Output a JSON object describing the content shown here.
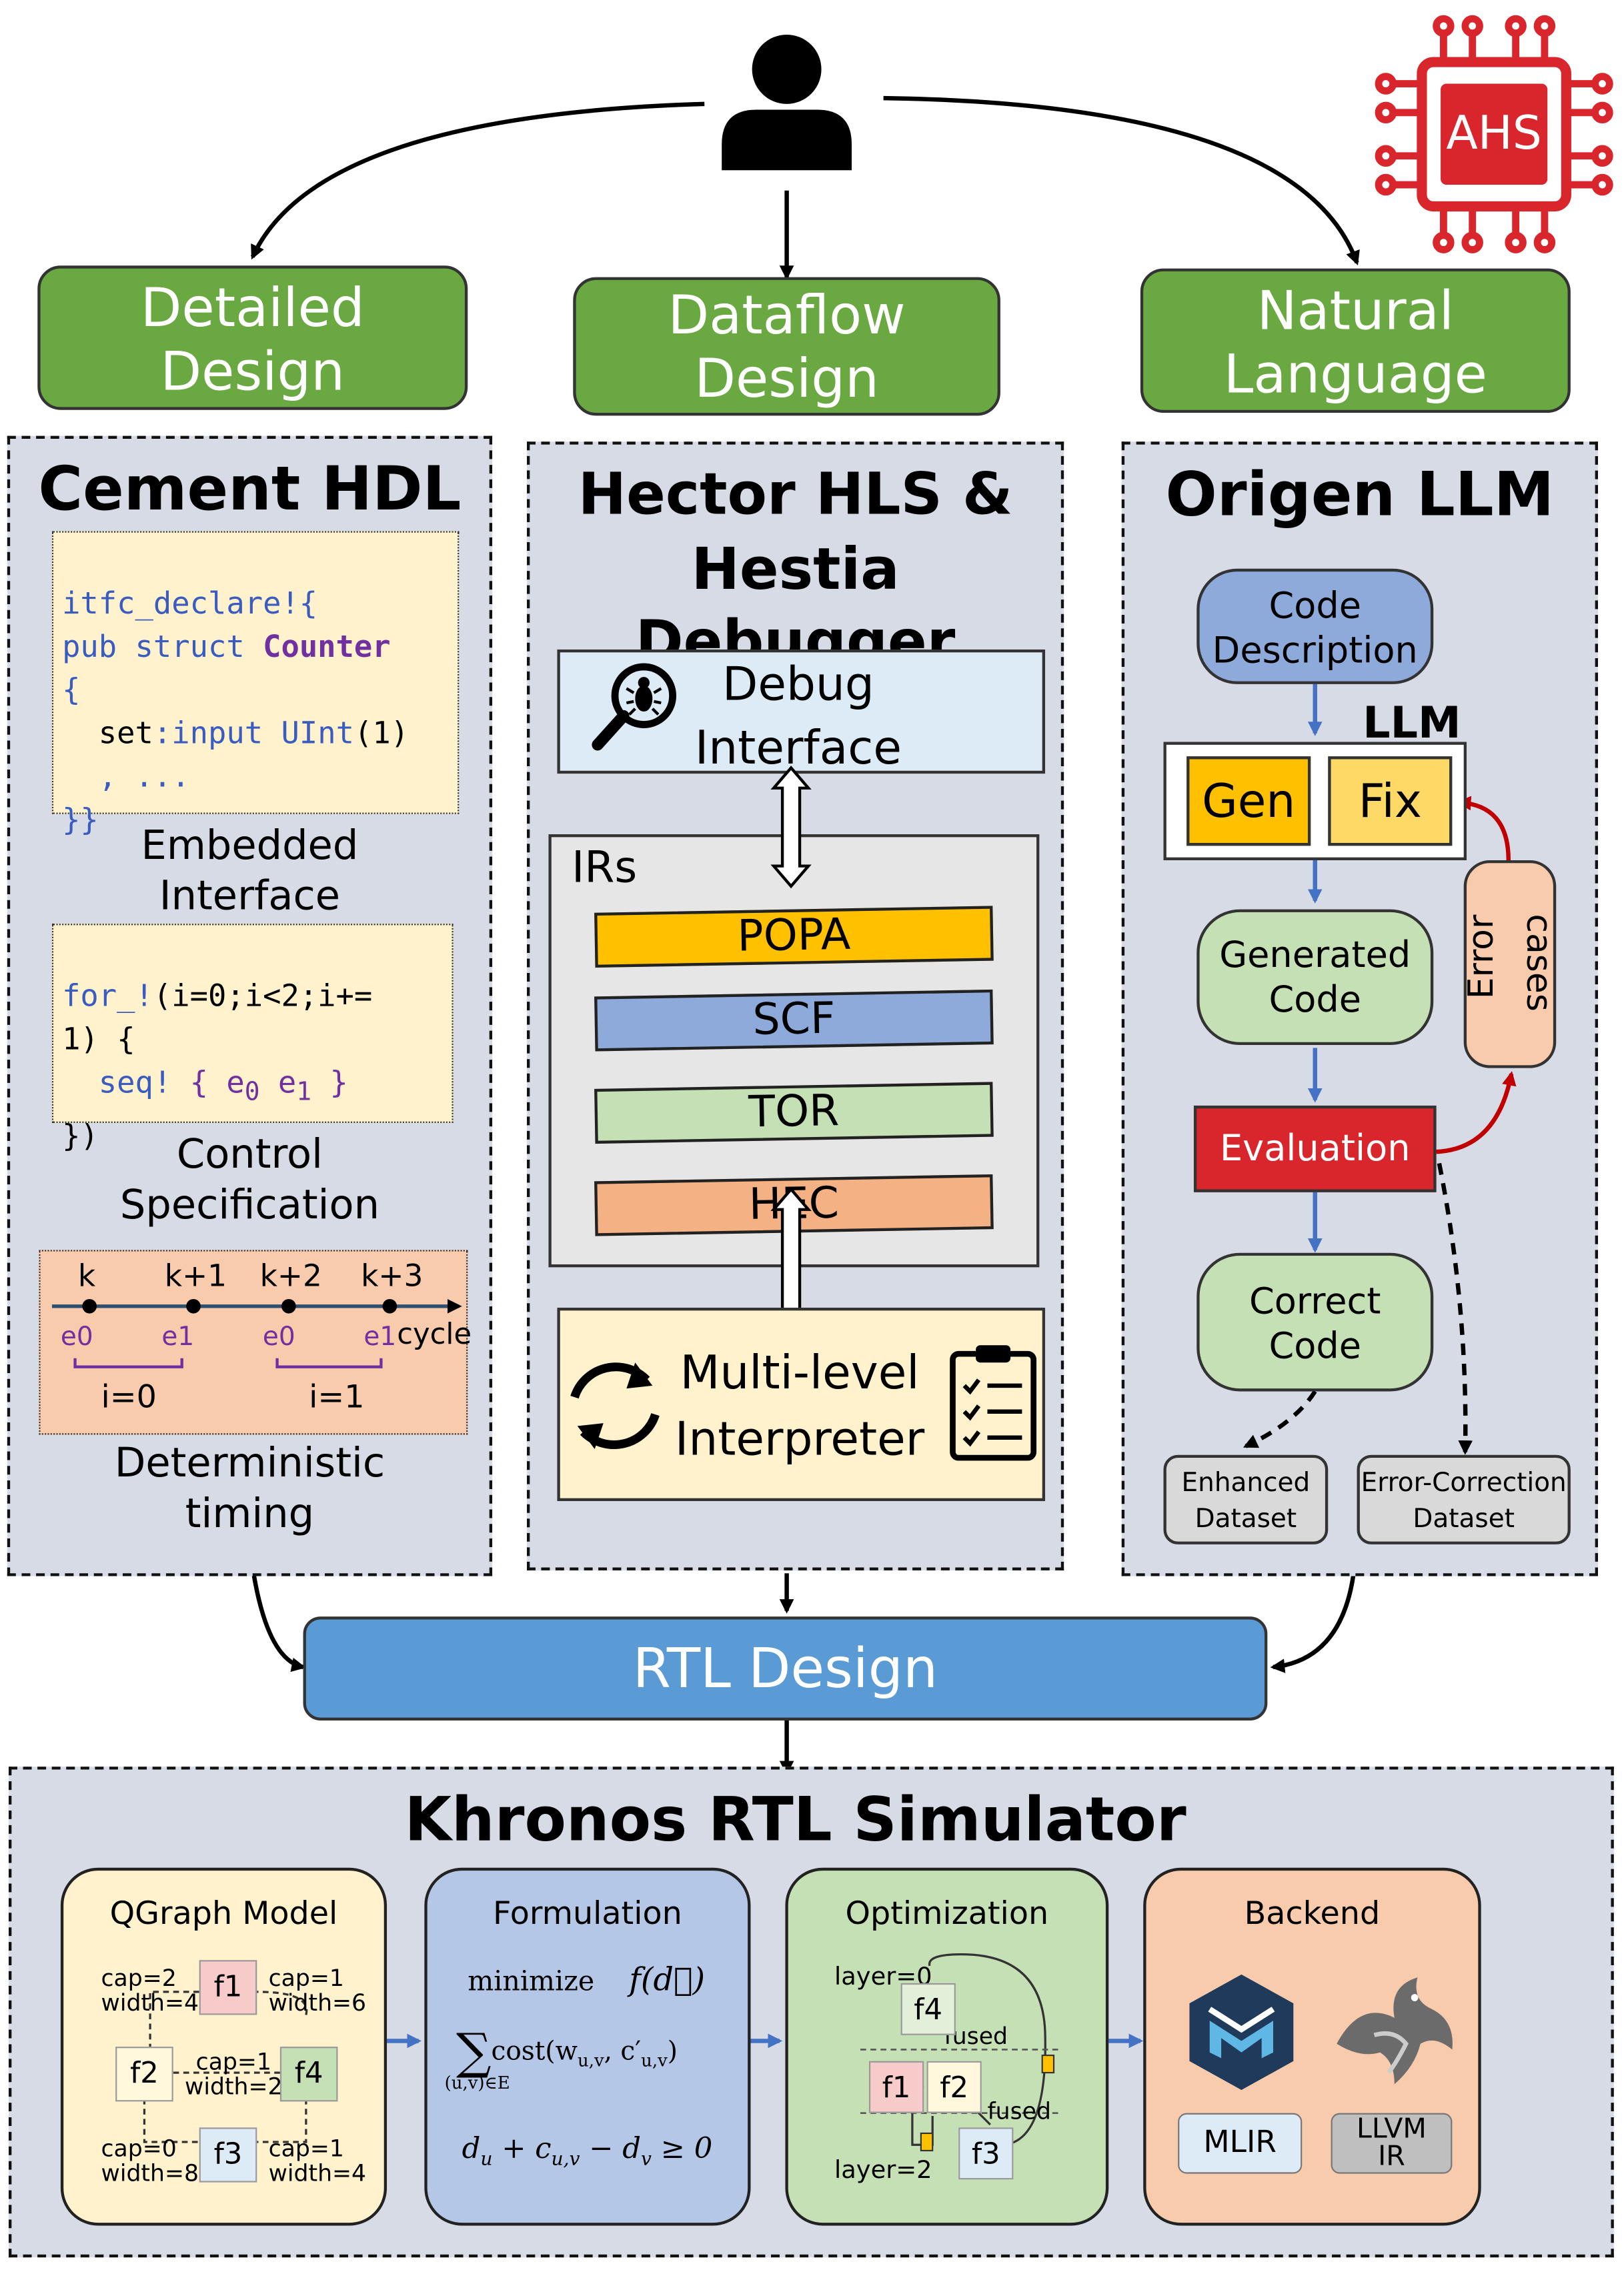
{
  "logo": {
    "text": "AHS",
    "color": "#d9262c"
  },
  "user_icon": "user-icon",
  "inputs": [
    {
      "line1": "Detailed",
      "line2": "Design"
    },
    {
      "line1": "Dataflow",
      "line2": "Design"
    },
    {
      "line1": "Natural",
      "line2": "Language"
    }
  ],
  "cement": {
    "title": "Cement HDL",
    "code1": {
      "l1": "itfc_declare!{",
      "l2a": "pub struct ",
      "l2b": "Counter",
      "l3": "{",
      "l4a": "  set",
      "l4b": ":",
      "l4c": "input",
      "l4d": " UInt",
      "l4e": "(1)",
      "l5": "  , ...",
      "l6": "}}"
    },
    "caption1_l1": "Embedded",
    "caption1_l2": "Interface",
    "code2": {
      "l1a": "for_!",
      "l1b": "(i=0;i<2;i+=",
      "l2a": "1",
      "l2b": ") {",
      "l3a": "  seq!",
      "l3b": " { e",
      "l3c": "0",
      "l3d": " e",
      "l3e": "1",
      "l3f": " }",
      "l4": "})"
    },
    "caption2_l1": "Control",
    "caption2_l2": "Specification",
    "timing": {
      "ticks": [
        "k",
        "k+1",
        "k+2",
        "k+3"
      ],
      "axis_label": "cycle",
      "events": [
        "e0",
        "e1",
        "e0",
        "e1"
      ],
      "groups": [
        "i=0",
        "i=1"
      ]
    },
    "caption3_l1": "Deterministic",
    "caption3_l2": "timing"
  },
  "hector": {
    "title_l1": "Hector HLS &",
    "title_l2": "Hestia Debugger",
    "debug_l1": "Debug",
    "debug_l2": "Interface",
    "irs_label": "IRs",
    "irs": [
      {
        "name": "POPA",
        "color": "#ffc000"
      },
      {
        "name": "SCF",
        "color": "#8eaadb"
      },
      {
        "name": "TOR",
        "color": "#c5e0b4"
      },
      {
        "name": "HEC",
        "color": "#f4b183"
      }
    ],
    "interp_l1": "Multi-level",
    "interp_l2": "Interpreter",
    "bug_icon": "bug-search-icon",
    "cycle_icon": "refresh-cycle-icon",
    "clipboard_icon": "clipboard-checklist-icon"
  },
  "origen": {
    "title": "Origen LLM",
    "code_desc_l1": "Code",
    "code_desc_l2": "Description",
    "llm_label": "LLM",
    "gen": "Gen",
    "fix": "Fix",
    "generated_l1": "Generated",
    "generated_l2": "Code",
    "error_l1": "Error",
    "error_l2": "cases",
    "evaluation": "Evaluation",
    "correct_l1": "Correct",
    "correct_l2": "Code",
    "enhanced_l1": "Enhanced",
    "enhanced_l2": "Dataset",
    "errcorr_l1": "Error-Correction",
    "errcorr_l2": "Dataset"
  },
  "rtl": "RTL Design",
  "khronos": {
    "title": "Khronos RTL Simulator",
    "qgraph": {
      "title": "QGraph Model",
      "nodes": [
        "f1",
        "f2",
        "f3",
        "f4"
      ],
      "caps": [
        {
          "cap": "cap=2",
          "width": "width=4"
        },
        {
          "cap": "cap=1",
          "width": "width=6"
        },
        {
          "cap": "cap=1",
          "width": "width=2"
        },
        {
          "cap": "cap=0",
          "width": "width=8"
        },
        {
          "cap": "cap=1",
          "width": "width=4"
        }
      ]
    },
    "formulation": {
      "title": "Formulation",
      "l1a": "minimize",
      "l1b": "f(d⃗)",
      "sum": "∑",
      "sum_sub": "(u,v)∈E",
      "l2b": "cost(w",
      "l2c": "u,v",
      "l2d": ", c′",
      "l2e": "u,v",
      "l2f": ")",
      "l3": "d",
      "l3s1": "u",
      "l3b": " + c",
      "l3s2": "u,v",
      "l3c": " − d",
      "l3s3": "v",
      "l3d": " ≥ 0"
    },
    "optimization": {
      "title": "Optimization",
      "layer0": "layer=0",
      "layer2": "layer=2",
      "fused1": "fused",
      "fused2": "fused",
      "nodes": [
        "f4",
        "f1",
        "f2",
        "f3"
      ]
    },
    "backend": {
      "title": "Backend",
      "mlir": "MLIR",
      "llvm_l1": "LLVM",
      "llvm_l2": "IR",
      "mlir_icon": "mlir-logo-icon",
      "llvm_icon": "llvm-dragon-icon"
    }
  }
}
